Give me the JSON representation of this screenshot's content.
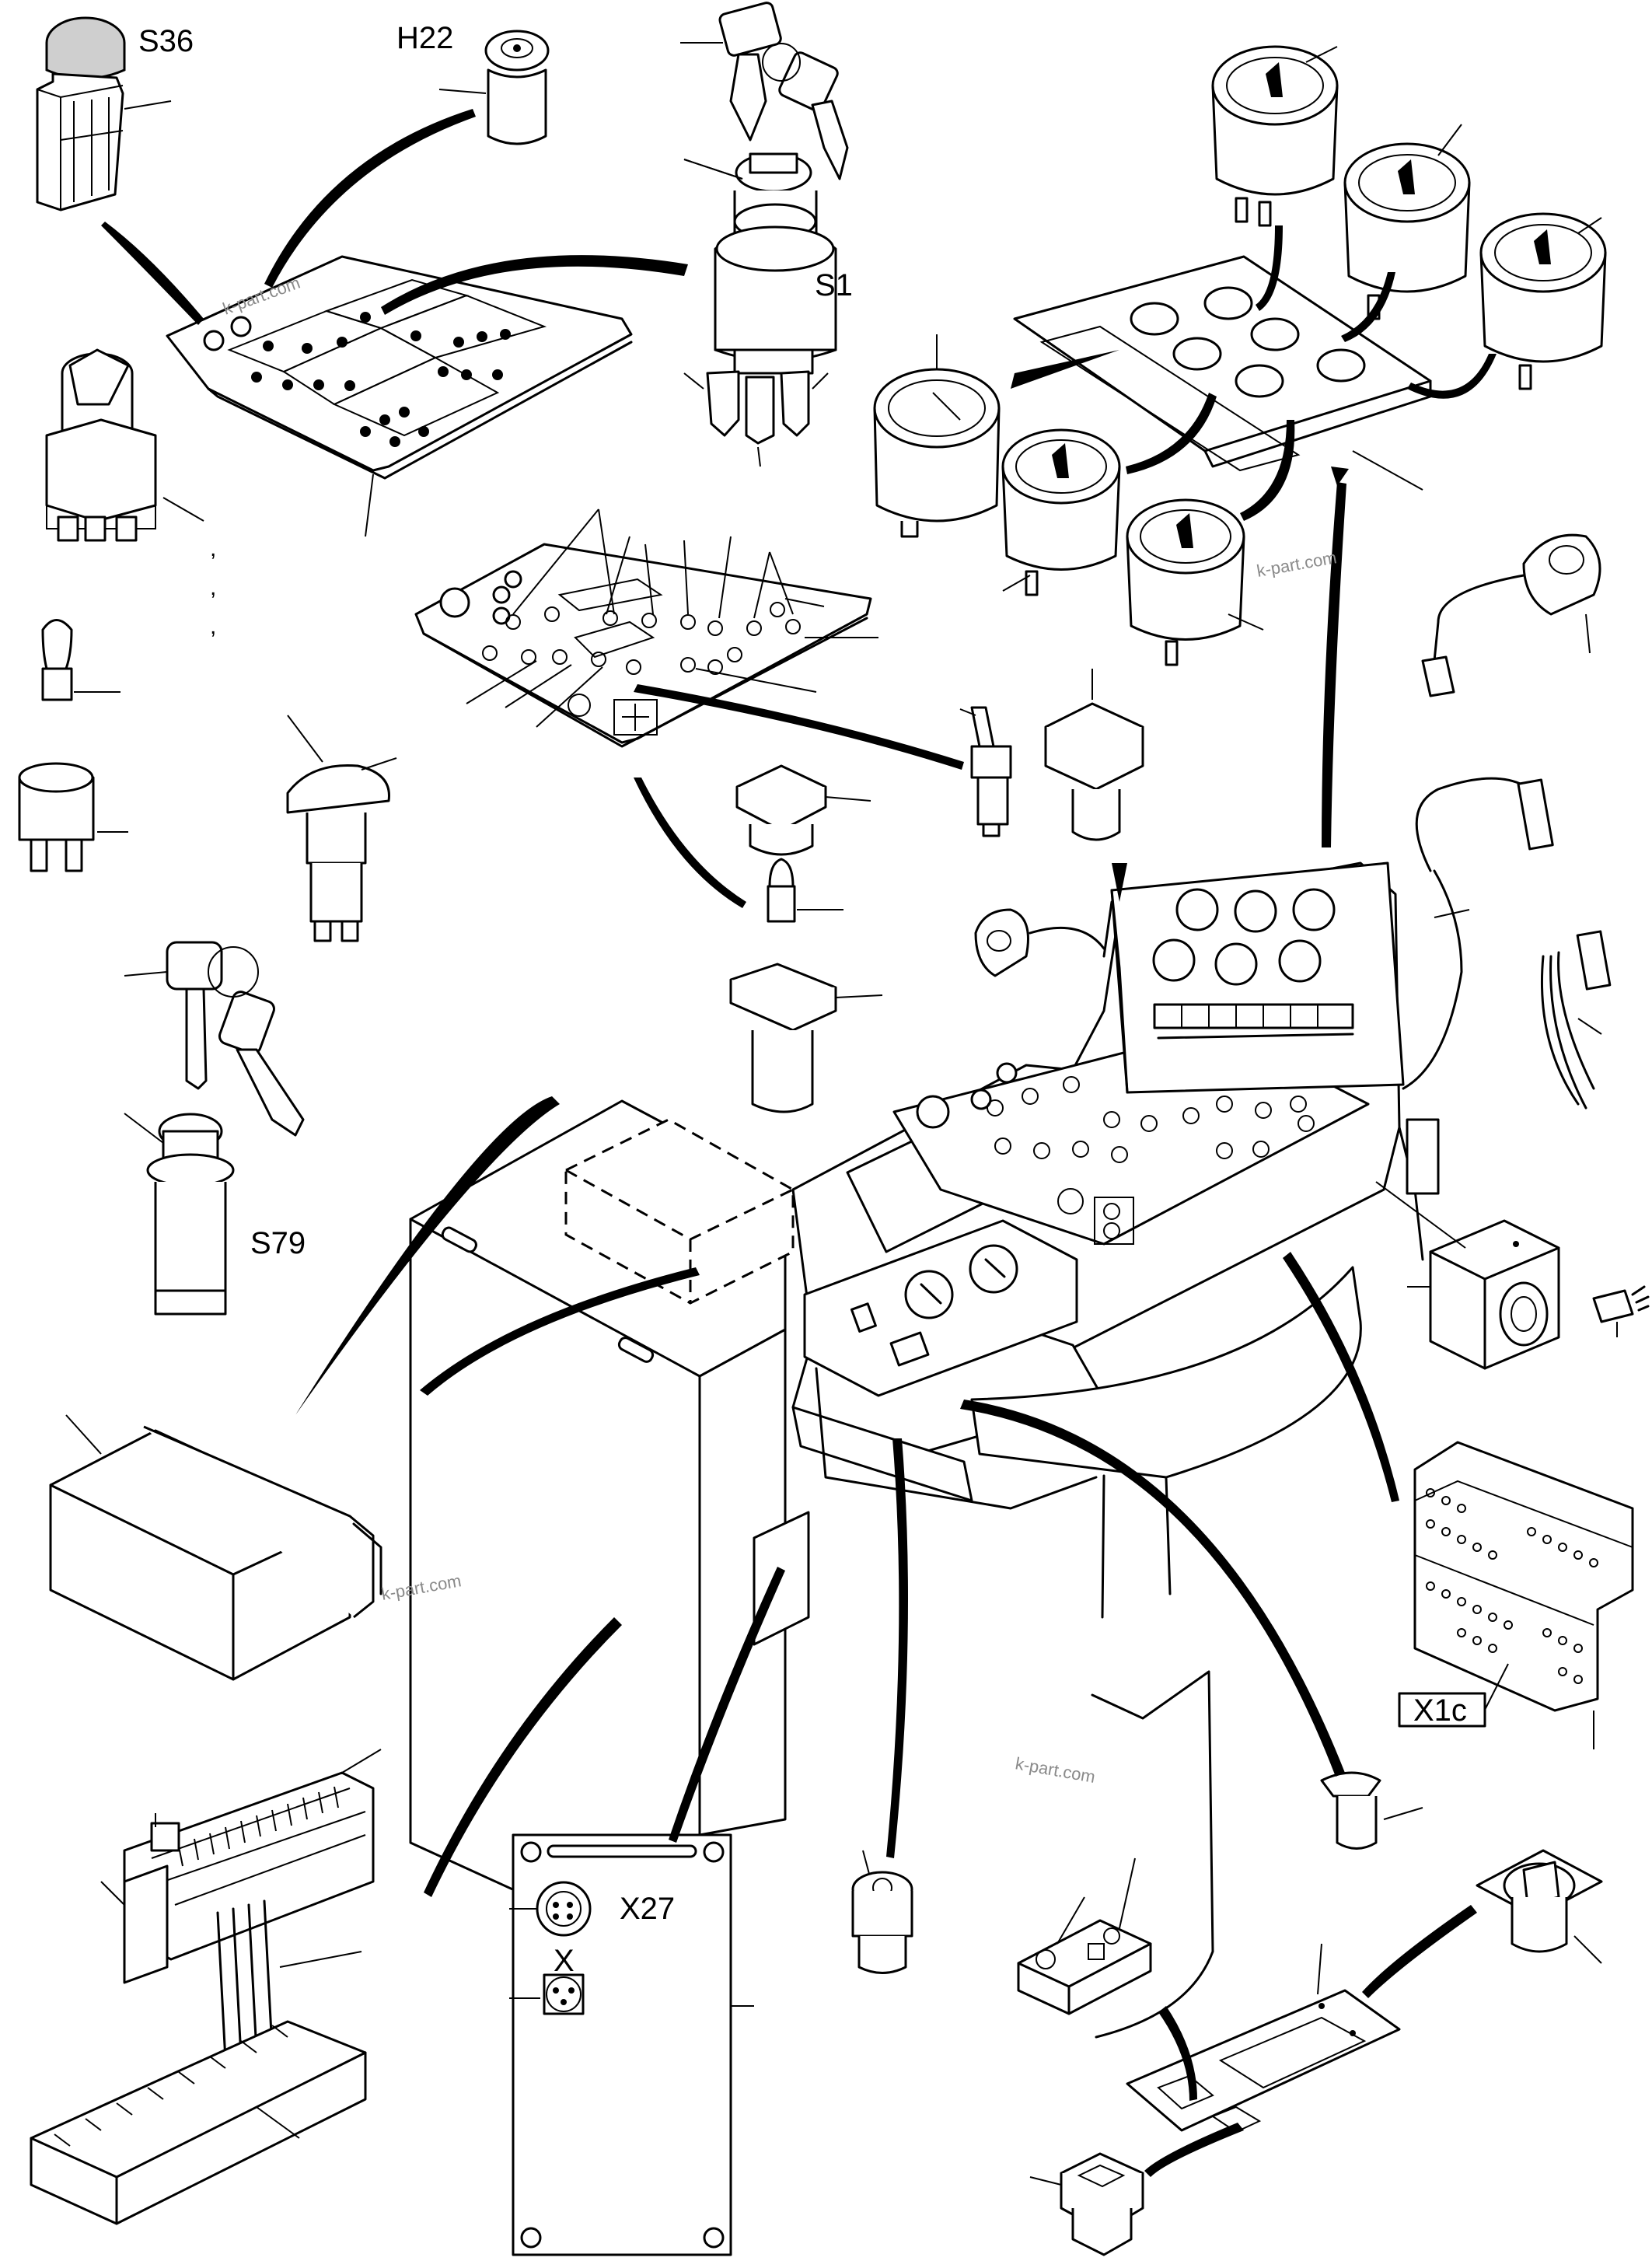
{
  "labels": {
    "s36": "S36",
    "h22": "H22",
    "s1": "S1",
    "s79": "S79",
    "x27": "X27",
    "x": "X",
    "x1c": "X1c"
  },
  "watermark": "k-part.com",
  "comma": ","
}
